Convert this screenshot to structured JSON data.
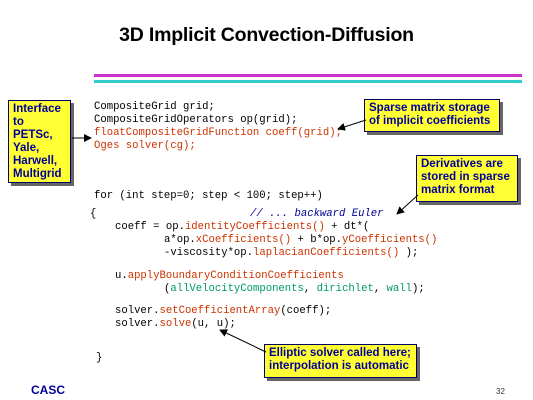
{
  "slide": {
    "title": "3D Implicit Convection-Diffusion",
    "footer_left": "CASC",
    "page_number": "32"
  },
  "code": {
    "l1": "CompositeGrid grid;",
    "l2": "CompositeGridOperators op(grid);",
    "l3": "floatCompositeGridFunction coeff(grid);",
    "l4": "Oges solver(cg);",
    "l5": "for (int step=0; step < 100; step++)",
    "l6_brace": "{",
    "l6_comment": "// ... backward Euler",
    "l7_a": "coeff = op.",
    "l7_fn": "identityCoefficients()",
    "l7_b": " + dt*(",
    "l8_a": "a*op.",
    "l8_fn1": "xCoefficients()",
    "l8_b": " + b*op.",
    "l8_fn2": "yCoefficients()",
    "l9_a": "-viscosity*op.",
    "l9_fn": "laplacianCoefficients()",
    "l9_b": " );",
    "l10_a": "u.",
    "l10_fn": "applyBoundaryConditionCoefficients",
    "l11_a": "(",
    "l11_arg1": "allVelocityComponents",
    "l11_b": ", ",
    "l11_arg2": "dirichlet",
    "l11_c": ", ",
    "l11_arg3": "wall",
    "l11_d": ");",
    "l12_a": "solver.",
    "l12_fn": "setCoefficientArray",
    "l12_b": "(coeff);",
    "l13_a": "solver.",
    "l13_fn": "solve",
    "l13_b": "(u, u);",
    "l14": "}"
  },
  "callouts": {
    "interface": [
      "Interface",
      "to PETSc,",
      "Yale,",
      "Harwell,",
      "Multigrid"
    ],
    "sparse": [
      "Sparse matrix storage",
      "of implicit coefficients"
    ],
    "derivatives": [
      "Derivatives are",
      "stored in sparse",
      "matrix format"
    ],
    "elliptic": [
      "Elliptic solver called here;",
      "interpolation is automatic"
    ]
  },
  "colors": {
    "callout_fill": "#ffff33",
    "callout_text": "#000099",
    "keyword_red": "#cc3300",
    "argument_green": "#009966",
    "stripe_magenta": "#cc33cc",
    "stripe_cyan": "#33cccc"
  }
}
